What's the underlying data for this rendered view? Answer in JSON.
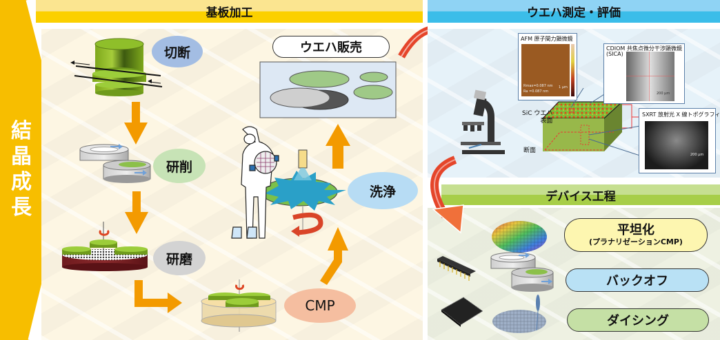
{
  "side_label": "結晶成長",
  "sections": {
    "substrate": {
      "title": "基板加工"
    },
    "measure": {
      "title": "ウエハ測定・評価"
    },
    "device": {
      "title": "デバイス工程"
    }
  },
  "substrate_steps": {
    "cutting": "切断",
    "grinding": "研削",
    "polishing": "研磨",
    "cmp": "CMP",
    "cleaning": "洗浄",
    "sales": "ウエハ販売"
  },
  "measurement": {
    "afm": {
      "title": "AFM 原子間力顕微鏡",
      "rmax": "Rmax=0.087 nm",
      "ra": "Ra =0.087 nm",
      "scale": "1 μm"
    },
    "cdiom": {
      "title": "CDIOM 共焦点微分干渉顕微鏡",
      "subtitle": "(SICA)",
      "scale": "200 μm"
    },
    "sxrt": {
      "title": "SXRT 放射光 X 線トポグラフィー",
      "scale": "200 μm"
    },
    "wafer_surface": "SiC ウエハ\n表面",
    "cross_section": "断面"
  },
  "device_steps": [
    {
      "label": "平坦化",
      "sub": "(プラナリゼーションCMP)",
      "color": "#fdf6b0"
    },
    {
      "label": "バックオフ",
      "sub": "",
      "color": "#b9e1f5"
    },
    {
      "label": "ダイシング",
      "sub": "",
      "color": "#c5e0a5"
    }
  ],
  "colors": {
    "yellow_accent": "#f7be00",
    "arrow_orange": "#f39a00",
    "cut_bubble": "#a3bde3",
    "grind_bubble": "#c7e3b6",
    "polish_bubble": "#d3d3d3",
    "cmp_bubble": "#f5bea0",
    "clean_bubble": "#b7dcf4",
    "curve_arrow": "#e5452a"
  }
}
